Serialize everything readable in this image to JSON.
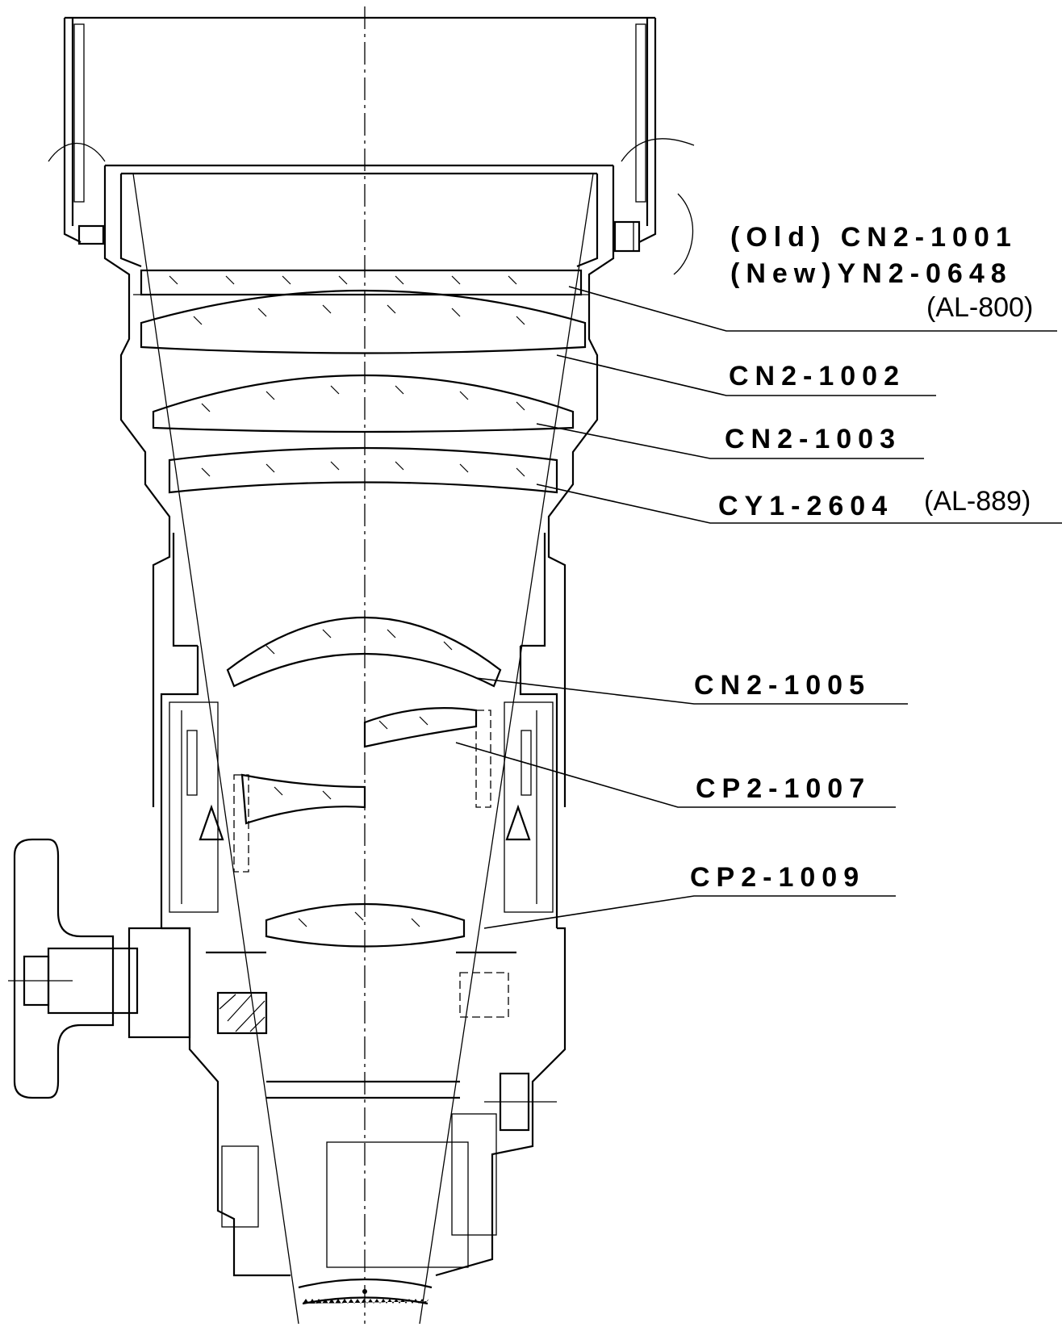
{
  "labels": {
    "old_part": "(Old) CN2-1001",
    "new_part": "(New)YN2-0648",
    "note_al800": "(AL-800)",
    "part_1002": "CN2-1002",
    "part_1003": "CN2-1003",
    "part_2604": "CY1-2604",
    "note_al889": "(AL-889)",
    "part_1005": "CN2-1005",
    "part_1007": "CP2-1007",
    "part_1009": "CP2-1009"
  }
}
